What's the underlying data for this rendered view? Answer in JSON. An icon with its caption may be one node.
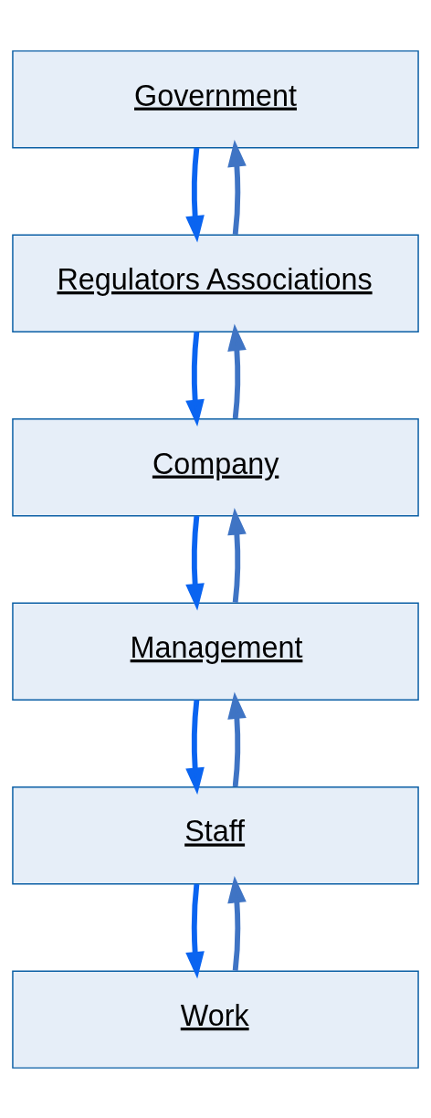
{
  "diagram": {
    "nodes": [
      {
        "text": [
          "Government"
        ]
      },
      {
        "text": [
          "Regulators Associations"
        ]
      },
      {
        "text": [
          "Company"
        ]
      },
      {
        "text": [
          "Management"
        ]
      },
      {
        "text": [
          "Staff"
        ]
      },
      {
        "text": [
          "Work"
        ]
      }
    ],
    "edges": [
      {
        "from": 0,
        "to": 1,
        "arrow": "to",
        "color": "#0a64f0"
      },
      {
        "from": 1,
        "to": 0,
        "arrow": "to",
        "color": "#3f74c4"
      },
      {
        "from": 1,
        "to": 2,
        "arrow": "to",
        "color": "#0a64f0"
      },
      {
        "from": 2,
        "to": 1,
        "arrow": "to",
        "color": "#3f74c4"
      },
      {
        "from": 2,
        "to": 3,
        "arrow": "to",
        "color": "#0a64f0"
      },
      {
        "from": 3,
        "to": 2,
        "arrow": "to",
        "color": "#3f74c4"
      },
      {
        "from": 3,
        "to": 4,
        "arrow": "to",
        "color": "#0a64f0"
      },
      {
        "from": 4,
        "to": 3,
        "arrow": "to",
        "color": "#3f74c4"
      },
      {
        "from": 4,
        "to": 5,
        "arrow": "to",
        "color": "#0a64f0"
      },
      {
        "from": 5,
        "to": 4,
        "arrow": "to",
        "color": "#3f74c4"
      }
    ]
  }
}
